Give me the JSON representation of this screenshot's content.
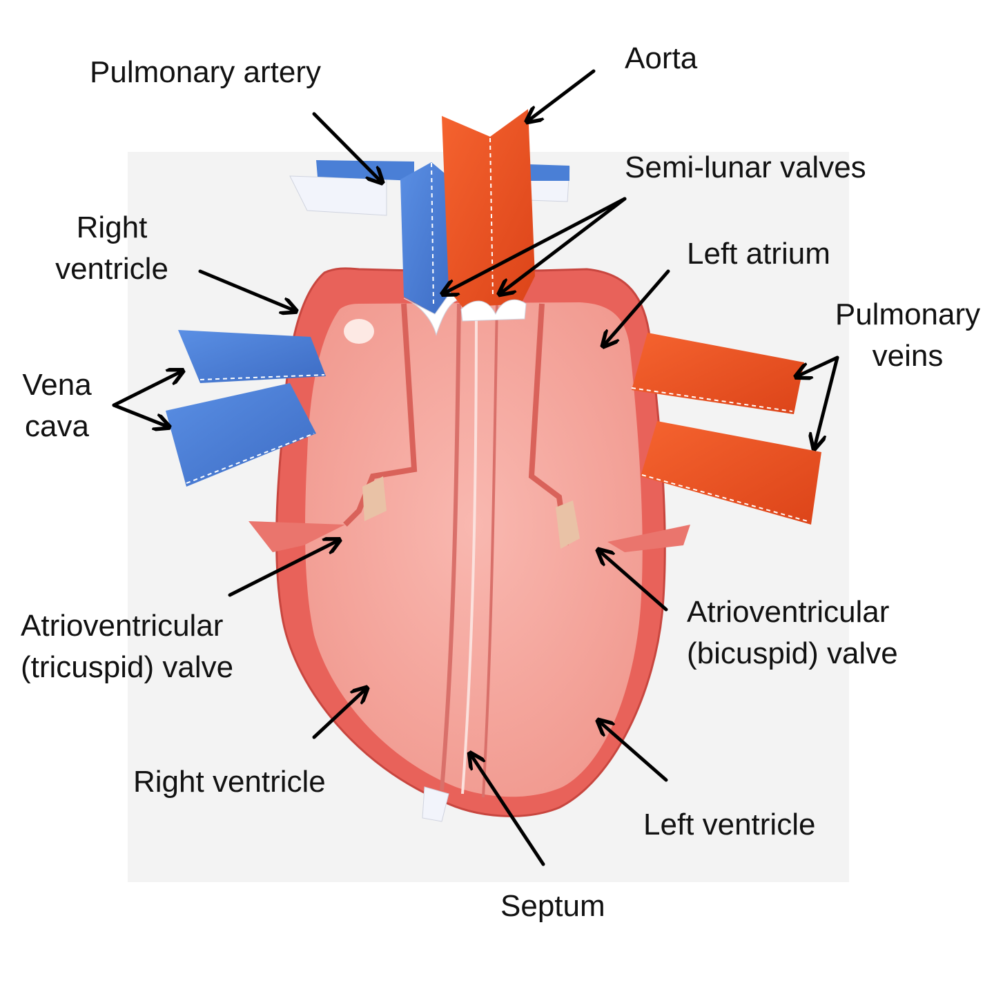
{
  "labels": {
    "pulmonary_artery": "Pulmonary artery",
    "aorta": "Aorta",
    "semi_lunar_valves": "Semi-lunar valves",
    "right_ventricle_top": {
      "line1": "Right",
      "line2": "ventricle"
    },
    "left_atrium": "Left atrium",
    "pulmonary_veins": {
      "line1": "Pulmonary",
      "line2": "veins"
    },
    "vena_cava": {
      "line1": "Vena",
      "line2": "cava"
    },
    "av_tricuspid": {
      "line1": "Atrioventricular",
      "line2": "(tricuspid) valve"
    },
    "av_bicuspid": {
      "line1": "Atrioventricular",
      "line2": "(bicuspid) valve"
    },
    "right_ventricle_bottom": "Right ventricle",
    "left_ventricle": "Left ventricle",
    "septum": "Septum"
  },
  "colors": {
    "vein_blue": "#4a7fd6",
    "artery_red": "#f0582a",
    "heart_wall": "#e8625a",
    "heart_inner": "#f5a49c",
    "paper_white": "#f1f2f7",
    "arrow": "#000000"
  }
}
